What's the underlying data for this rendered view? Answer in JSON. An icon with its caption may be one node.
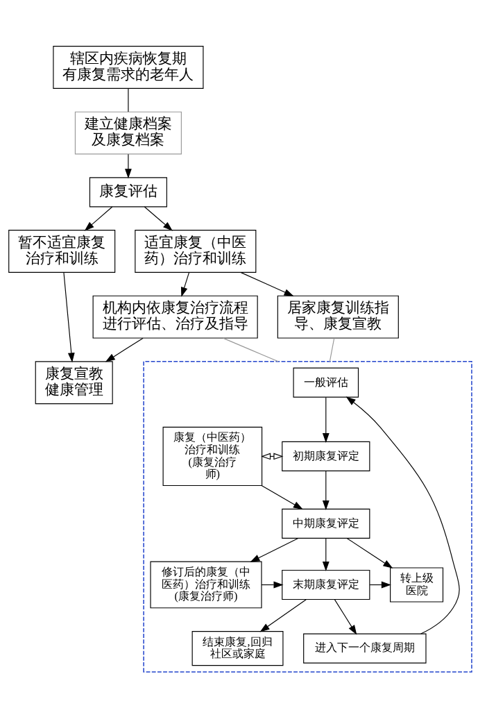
{
  "diagram": {
    "nodes": [
      {
        "text": [
          "辖区内疾病恢复期有康复需求的老年人"
        ]
      },
      {
        "text": [
          "建立健康档案及康复档案"
        ]
      },
      {
        "text": [
          "康复评估"
        ]
      },
      {
        "text": [
          "暂不适宜康复治疗和训练"
        ]
      },
      {
        "text": [
          "适宜康复（中医药）治疗和训练"
        ]
      },
      {
        "text": [
          "康复宣教健康管理"
        ]
      },
      {
        "text": [
          "机构内依康复治疗流程进行评估、治疗及指导"
        ]
      },
      {
        "text": [
          "居家康复训练指导、康复宣教"
        ]
      },
      {
        "text": [],
        "shape": "box"
      },
      {
        "text": [
          "一般评估"
        ],
        "in": 8
      },
      {
        "text": [
          "康复（中医药）治疗和训练(康复治疗师)"
        ],
        "in": 8
      },
      {
        "text": [
          "初期康复评定"
        ],
        "in": 8
      },
      {
        "text": [
          "中期康复评定"
        ],
        "in": 8
      },
      {
        "text": [
          "修订后的康复（中医药）治疗和训练(康复治疗师)"
        ],
        "in": 8
      },
      {
        "text": [
          "末期康复评定"
        ],
        "in": 8
      },
      {
        "text": [
          "转上级医院"
        ],
        "in": 8
      },
      {
        "text": [
          "结束康复,回归社区或家庭"
        ],
        "in": 8
      },
      {
        "text": [
          "进入下一个康复周期"
        ],
        "in": 8
      }
    ],
    "edges": [
      {
        "from": 0,
        "to": 1,
        "arrow": "none"
      },
      {
        "from": 1,
        "to": 2,
        "arrow": "to"
      },
      {
        "from": 2,
        "to": 3,
        "arrow": "to"
      },
      {
        "from": 2,
        "to": 4,
        "arrow": "to"
      },
      {
        "from": 3,
        "to": 5,
        "arrow": "to"
      },
      {
        "from": 4,
        "to": 6,
        "arrow": "to"
      },
      {
        "from": 4,
        "to": 7,
        "arrow": "to"
      },
      {
        "from": 6,
        "to": 5,
        "arrow": "to"
      },
      {
        "from": 6,
        "to": 8,
        "arrow": "none",
        "color": "#999999"
      },
      {
        "from": 7,
        "to": 8,
        "arrow": "none",
        "color": "#999999"
      },
      {
        "from": 9,
        "to": 11,
        "arrow": "to"
      },
      {
        "from": 10,
        "to": 11,
        "arrow": "both"
      },
      {
        "from": 10,
        "to": 12,
        "arrow": "to"
      },
      {
        "from": 11,
        "to": 12,
        "arrow": "to"
      },
      {
        "from": 12,
        "to": 13,
        "arrow": "to"
      },
      {
        "from": 12,
        "to": 14,
        "arrow": "to"
      },
      {
        "from": 12,
        "to": 15,
        "arrow": "to"
      },
      {
        "from": 13,
        "to": 14,
        "arrow": "to"
      },
      {
        "from": 14,
        "to": 15,
        "arrow": "to"
      },
      {
        "from": 14,
        "to": 16,
        "arrow": "to"
      },
      {
        "from": 14,
        "to": 17,
        "arrow": "to"
      },
      {
        "from": 17,
        "to": 9,
        "arrow": "to"
      }
    ]
  }
}
